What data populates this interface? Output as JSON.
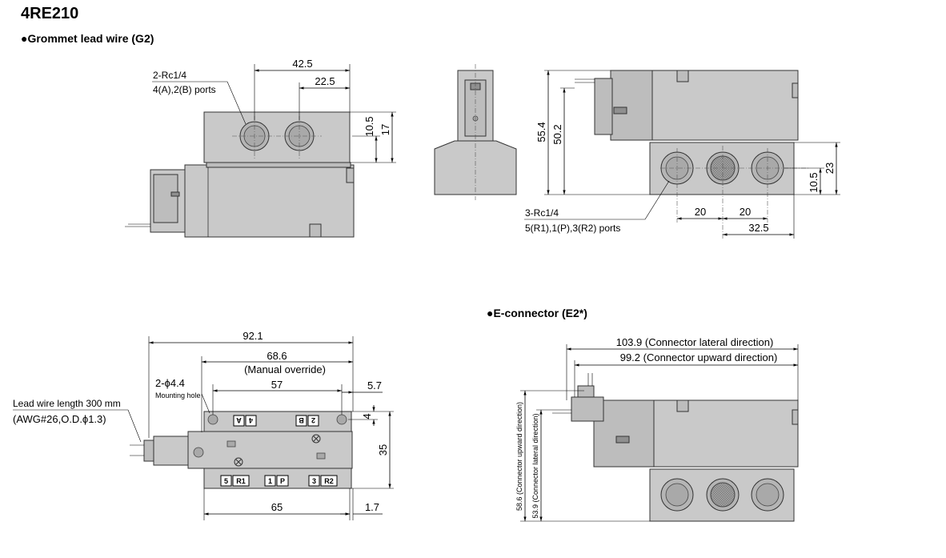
{
  "title": "4RE210",
  "sections": {
    "g2": "●Grommet lead wire (G2)",
    "e2": "●E-connector (E2*)"
  },
  "dims": {
    "d42_5": "42.5",
    "d22_5": "22.5",
    "d10_5a": "10.5",
    "d17": "17",
    "d55_4": "55.4",
    "d50_2": "50.2",
    "d10_5b": "10.5",
    "d23": "23",
    "d20a": "20",
    "d20b": "20",
    "d32_5": "32.5",
    "d92_1": "92.1",
    "d68_6": "68.6",
    "manual": "(Manual override)",
    "d57": "57",
    "d5_7": "5.7",
    "d4": "4",
    "d35": "35",
    "d65": "65",
    "d1_7": "1.7",
    "d103_9": "103.9 (Connector lateral direction)",
    "d99_2": "99.2 (Connector upward direction)",
    "d58_6": "58.6 (Connector upward direction)",
    "d53_9": "53.9 (Connector lateral direction)"
  },
  "notes": {
    "ports_ab_1": "2-Rc1/4",
    "ports_ab_2": "4(A),2(B) ports",
    "ports_prr_1": "3-Rc1/4",
    "ports_prr_2": "5(R1),1(P),3(R2) ports",
    "hole_1": "2-ϕ4.4",
    "hole_2": "Mounting hole",
    "lead_1": "Lead wire length 300 mm",
    "lead_2": "(AWG#26,O.D.ϕ1.3)"
  },
  "port_marks": {
    "a_num": "4",
    "a_let": "A",
    "b_num": "2",
    "b_let": "B",
    "r1_num": "5",
    "r1_let": "R1",
    "p_num": "1",
    "p_let": "P",
    "r2_num": "3",
    "r2_let": "R2"
  }
}
